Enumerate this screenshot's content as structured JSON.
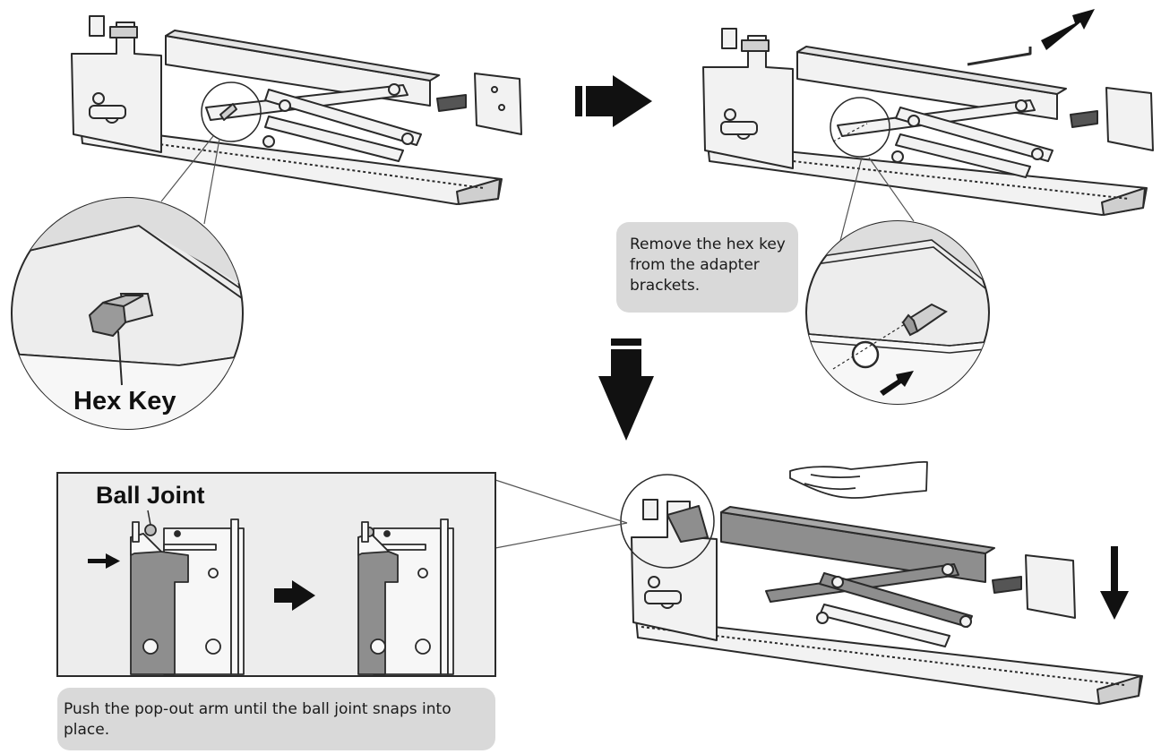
{
  "labels": {
    "hex_key": "Hex Key",
    "ball_joint": "Ball Joint"
  },
  "callouts": {
    "hex_removal": "Remove the hex key from the adapter brackets.",
    "push_arm": "Push the pop-out arm until the ball joint snaps into place."
  },
  "colors": {
    "line": "#2a2a2a",
    "metal_light": "#f2f2f2",
    "metal_mid": "#cfcfcf",
    "metal_dark": "#8e8e8e",
    "callout_bg": "#d9d9d9",
    "arrow": "#111111"
  }
}
